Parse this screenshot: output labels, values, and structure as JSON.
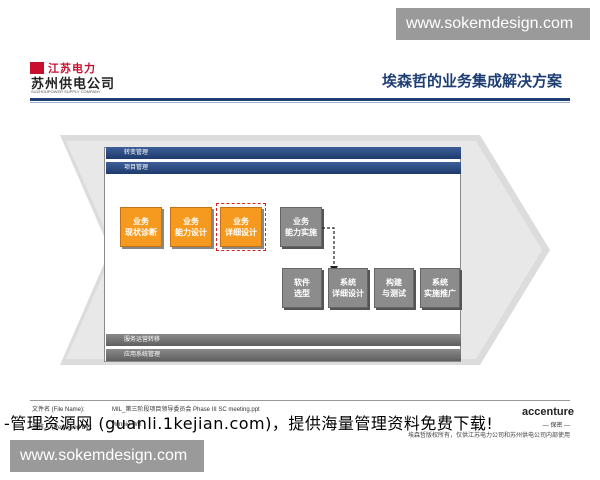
{
  "watermark": {
    "top": "www.sokemdesign.com",
    "bottom": "www.sokemdesign.com"
  },
  "header": {
    "logo_line1": "江苏电力",
    "logo_line2": "苏州供电公司",
    "logo_line3": "SUZHOUPOWER SUPPLY COMPANY",
    "title": "埃森哲的业务集成解决方案"
  },
  "diagram": {
    "top_bands": [
      "转变管理",
      "项目管理"
    ],
    "bottom_bands": [
      "服务运营转移",
      "应用系统管理"
    ],
    "orange_boxes": [
      {
        "line1": "业务",
        "line2": "现状诊断"
      },
      {
        "line1": "业务",
        "line2": "能力设计"
      },
      {
        "line1": "业务",
        "line2": "详细设计"
      }
    ],
    "gray_top_box": {
      "line1": "业务",
      "line2": "能力实施"
    },
    "gray_bottom_boxes": [
      {
        "line1": "软件",
        "line2": "选型"
      },
      {
        "line1": "系统",
        "line2": "详细设计"
      },
      {
        "line1": "构建",
        "line2": "与测试"
      },
      {
        "line1": "系统",
        "line2": "实施推广"
      }
    ]
  },
  "footer": {
    "file_label": "文件名 (File Name):",
    "file_value": "MIL_第三阶段项目领导委员会 Phase III SC meeting.ppt",
    "reviewer_label": "审核人 (Reviewed By):",
    "reviewer_value": "Winnie Wu",
    "overlay": "-管理资源网 (guanli.1kejian.com)，提供海量管理资料免费下载!",
    "brand": "accenture",
    "brand_sub": "— 保密 —",
    "rights": "埃森哲版权所有，仅供江苏电力公司和苏州供电公司内部使用"
  },
  "colors": {
    "orange": "#f59a1e",
    "navy": "#1f3f74",
    "gray_box": "#8c8c8c",
    "chevron": "#d9d9d9"
  }
}
